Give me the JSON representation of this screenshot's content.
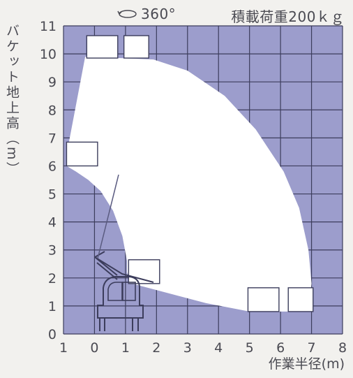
{
  "header": {
    "rotation_label": "360°",
    "rotation_icon": "rotation-arrow-icon",
    "load_label": "積載荷重200ｋｇ"
  },
  "axes": {
    "y_title": "バケット地上高（m）",
    "x_title": "作業半径(m)",
    "x_ticks": [
      "1",
      "0",
      "1",
      "2",
      "3",
      "4",
      "5",
      "6",
      "7",
      "8"
    ],
    "y_ticks": [
      "0",
      "1",
      "2",
      "3",
      "4",
      "5",
      "6",
      "7",
      "8",
      "9",
      "10",
      "11"
    ]
  },
  "colors": {
    "grid_fill": "#9c9dcc",
    "grid_line": "#3c3d5c",
    "envelope_fill": "#ffffff",
    "text": "#4a4a52"
  },
  "chart_data": {
    "type": "area",
    "xlabel": "作業半径(m)",
    "ylabel": "バケット地上高（m）",
    "xlim": [
      -1,
      8
    ],
    "ylim": [
      0,
      11
    ],
    "x_tick_values": [
      -1,
      0,
      1,
      2,
      3,
      4,
      5,
      6,
      7,
      8
    ],
    "y_tick_values": [
      0,
      1,
      2,
      3,
      4,
      5,
      6,
      7,
      8,
      9,
      10,
      11
    ],
    "grid": true,
    "working_envelope": [
      [
        -0.9,
        6.0
      ],
      [
        -0.9,
        6.4
      ],
      [
        -0.3,
        9.9
      ],
      [
        1.9,
        9.8
      ],
      [
        3.0,
        9.4
      ],
      [
        4.2,
        8.5
      ],
      [
        5.2,
        7.3
      ],
      [
        6.1,
        5.8
      ],
      [
        6.6,
        4.5
      ],
      [
        6.9,
        3.0
      ],
      [
        7.0,
        1.8
      ],
      [
        6.9,
        0.8
      ],
      [
        5.0,
        0.8
      ],
      [
        3.6,
        1.1
      ],
      [
        1.2,
        1.8
      ],
      [
        1.05,
        2.2
      ],
      [
        1.05,
        2.6
      ],
      [
        0.9,
        3.5
      ],
      [
        0.6,
        4.4
      ],
      [
        0.2,
        5.1
      ],
      [
        -0.2,
        5.5
      ],
      [
        -0.6,
        5.8
      ],
      [
        -0.9,
        6.0
      ]
    ],
    "bucket_positions": [
      {
        "x": -0.9,
        "y": 6.0,
        "w": 1.0,
        "h": 0.85
      },
      {
        "x": -0.25,
        "y": 9.85,
        "w": 1.0,
        "h": 0.8
      },
      {
        "x": 0.95,
        "y": 9.85,
        "w": 0.8,
        "h": 0.8
      },
      {
        "x": 1.1,
        "y": 1.8,
        "w": 1.0,
        "h": 0.85
      },
      {
        "x": 4.95,
        "y": 0.8,
        "w": 1.0,
        "h": 0.85
      },
      {
        "x": 6.25,
        "y": 0.8,
        "w": 0.8,
        "h": 0.85
      }
    ]
  }
}
